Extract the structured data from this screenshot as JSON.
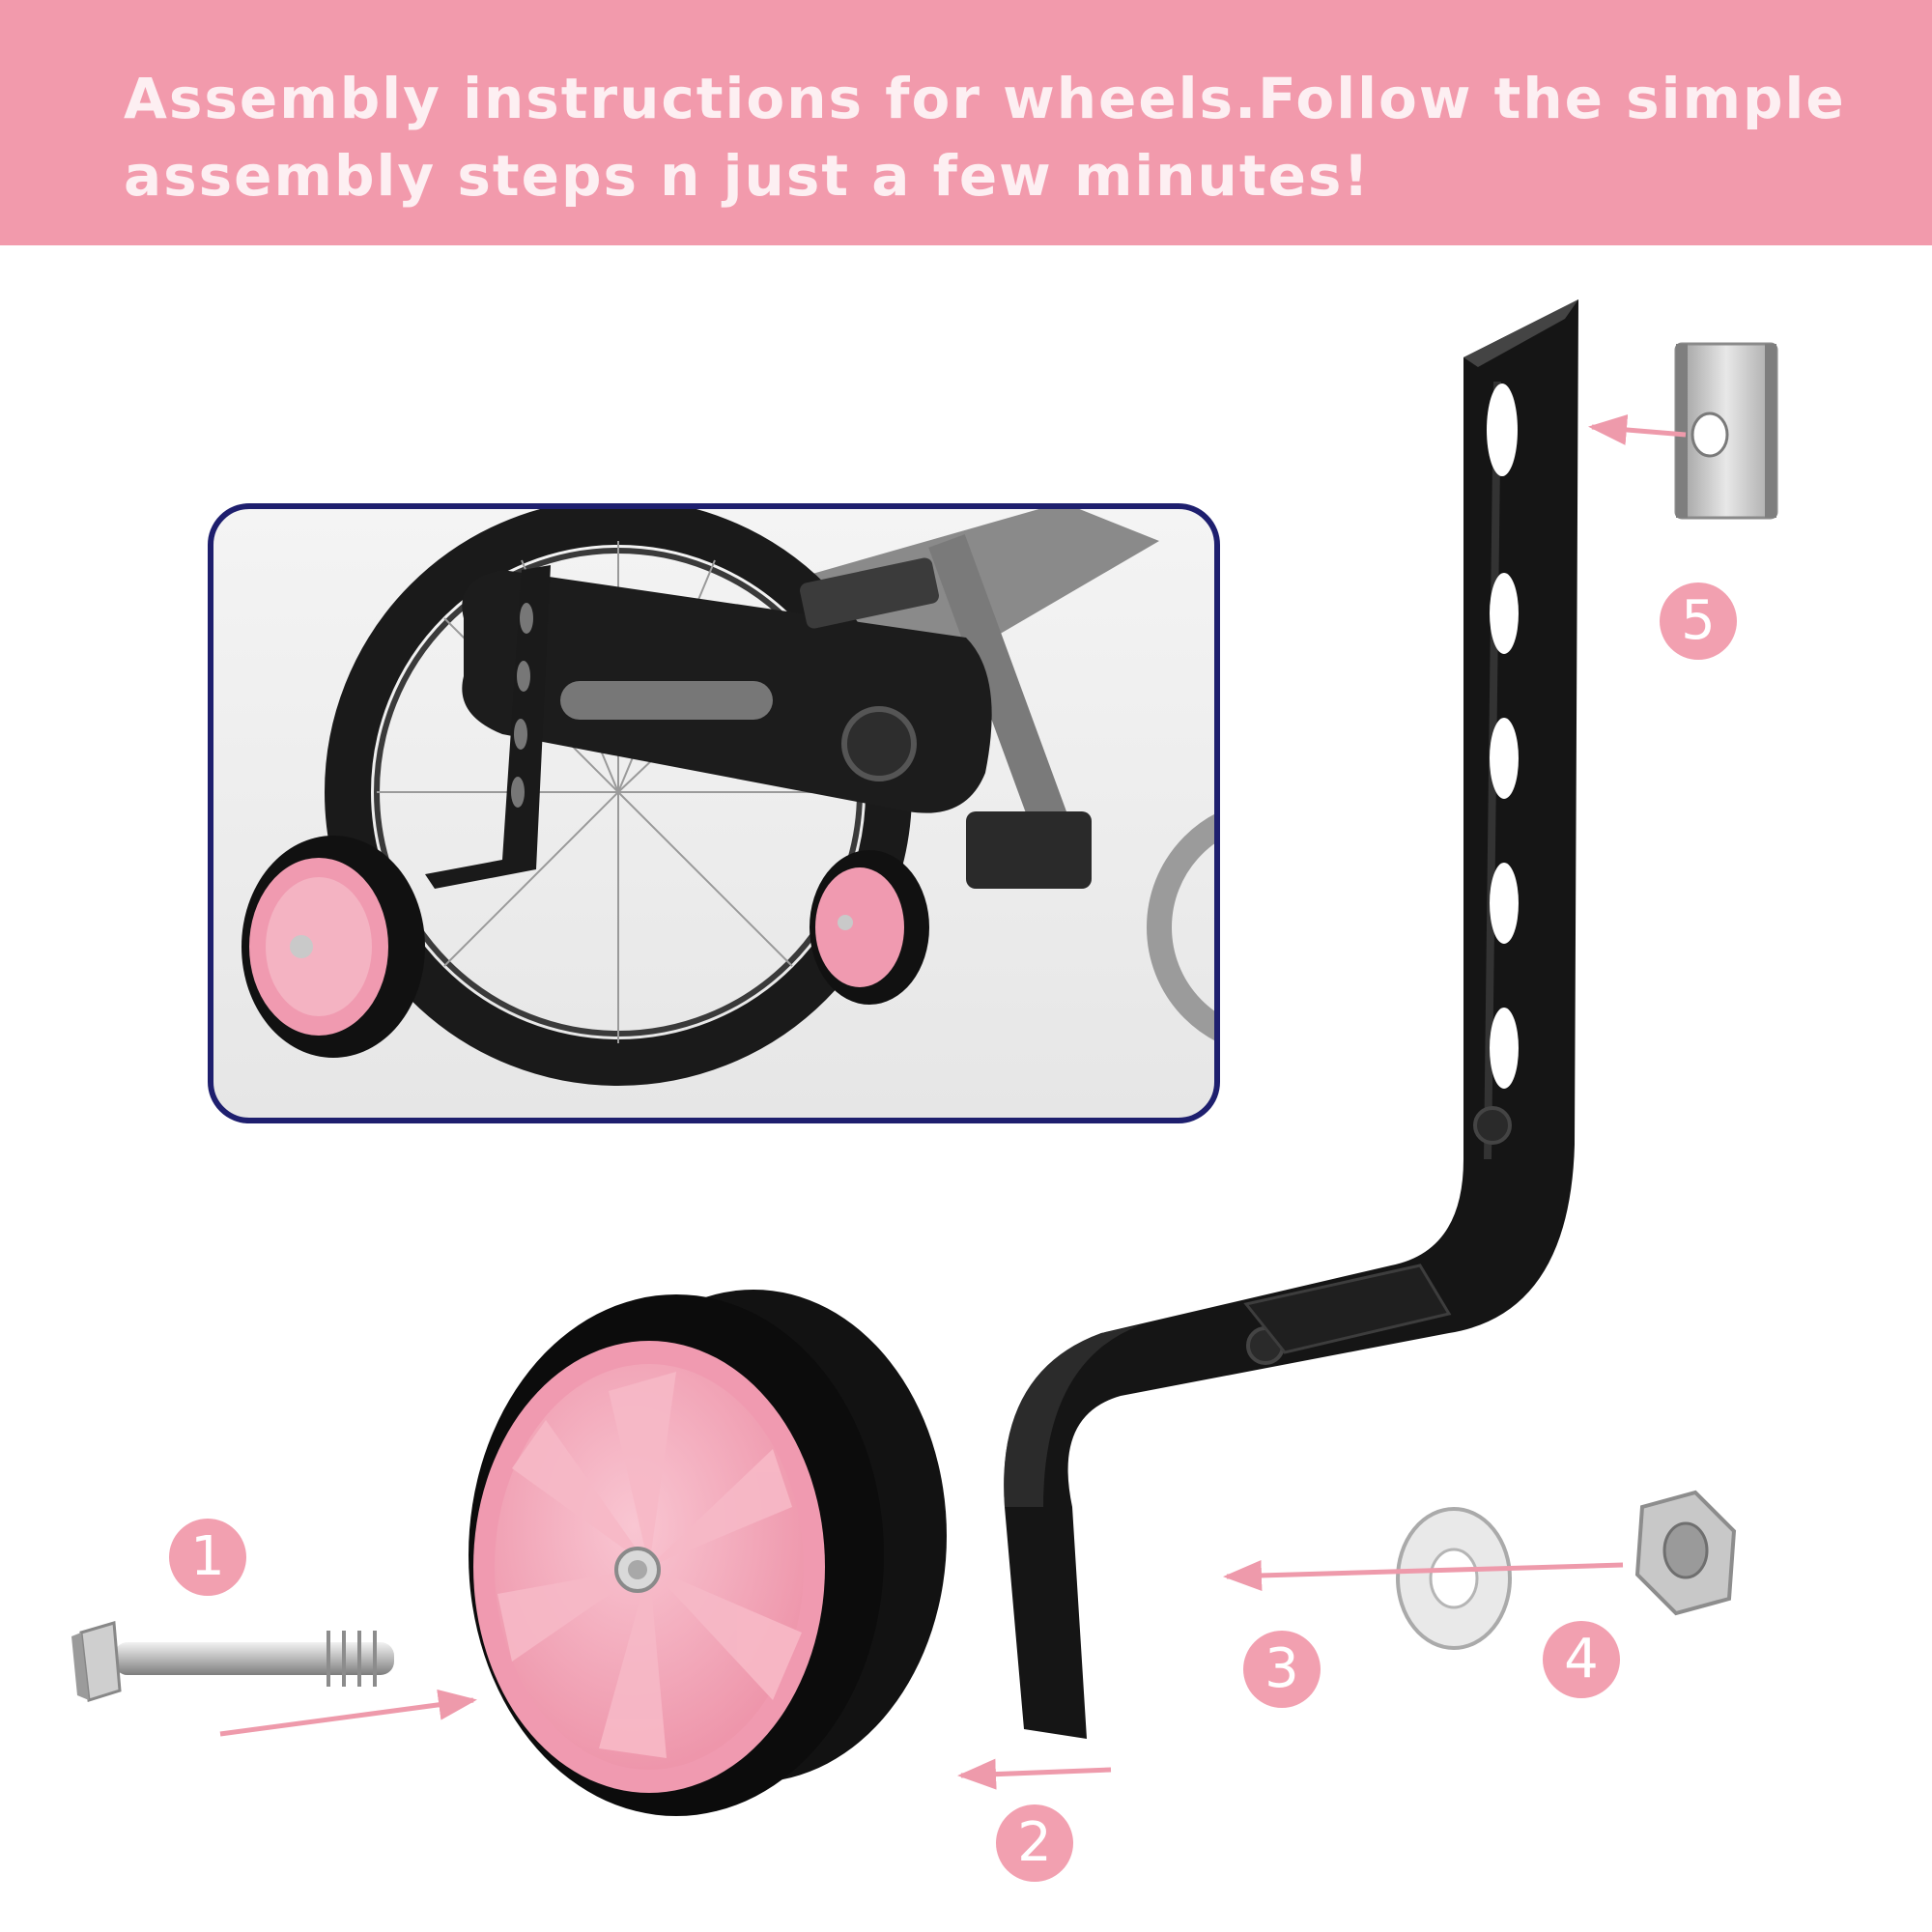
{
  "header": {
    "title": "Assembly instructions for wheels.Follow the simple assembly steps n just a few minutes!"
  },
  "steps": [
    "1",
    "2",
    "3",
    "4",
    "5"
  ],
  "colors": {
    "banner": "#f29aac",
    "banner_text": "#fdeff2",
    "step_badge": "#f2a0b0",
    "arrow": "#ee9aab",
    "wheel_hub": "#f4a9ba",
    "tire": "#111111",
    "photo_frame": "#1e1f6e"
  },
  "parts": [
    "bolt-icon",
    "training-wheel-icon",
    "washer-icon",
    "nut-icon",
    "bracket-icon",
    "square-washer-icon"
  ]
}
